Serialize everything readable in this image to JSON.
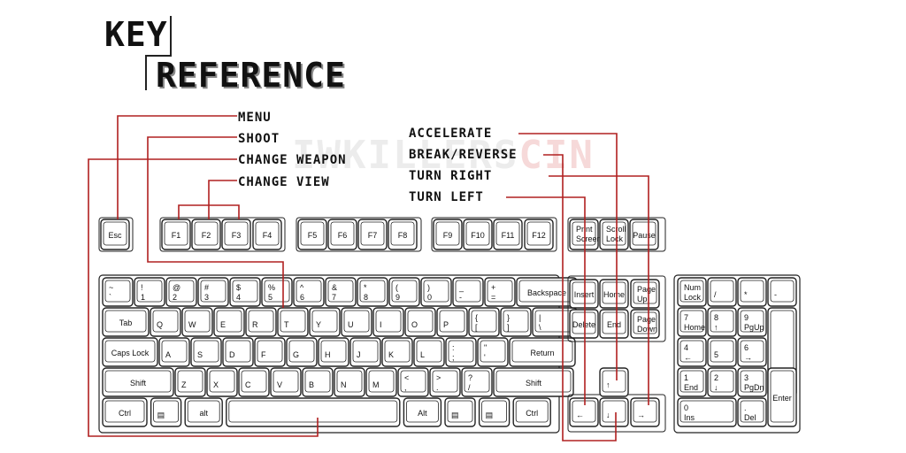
{
  "title": {
    "line1": "KEY",
    "line2": "REFERENCE"
  },
  "watermark": {
    "part1": "IWKILLERS",
    "part2": "CIN"
  },
  "controls": {
    "menu": "MENU",
    "shoot": "SHOOT",
    "change_weapon": "CHANGE WEAPON",
    "change_view": "CHANGE VIEW",
    "accelerate": "ACCELERATE",
    "brake_reverse": "BREAK/REVERSE",
    "turn_right": "TURN RIGHT",
    "turn_left": "TURN LEFT"
  },
  "colors": {
    "callout": "#b02020",
    "key_border": "#222222",
    "key_fill": "#ffffff"
  },
  "keyboard": {
    "function_row": [
      {
        "id": "esc",
        "l": [
          "Esc"
        ]
      },
      {
        "id": "f1",
        "l": [
          "F1"
        ]
      },
      {
        "id": "f2",
        "l": [
          "F2"
        ]
      },
      {
        "id": "f3",
        "l": [
          "F3"
        ]
      },
      {
        "id": "f4",
        "l": [
          "F4"
        ]
      },
      {
        "id": "f5",
        "l": [
          "F5"
        ]
      },
      {
        "id": "f6",
        "l": [
          "F6"
        ]
      },
      {
        "id": "f7",
        "l": [
          "F7"
        ]
      },
      {
        "id": "f8",
        "l": [
          "F8"
        ]
      },
      {
        "id": "f9",
        "l": [
          "F9"
        ]
      },
      {
        "id": "f10",
        "l": [
          "F10"
        ]
      },
      {
        "id": "f11",
        "l": [
          "F11"
        ]
      },
      {
        "id": "f12",
        "l": [
          "F12"
        ]
      },
      {
        "id": "print-screen",
        "l": [
          "Print",
          "Screen"
        ]
      },
      {
        "id": "scroll-lock",
        "l": [
          "Scroll",
          "Lock"
        ]
      },
      {
        "id": "pause",
        "l": [
          "Pause"
        ]
      }
    ],
    "main_rows": [
      [
        {
          "id": "tilde",
          "l": [
            "~",
            "`"
          ]
        },
        {
          "id": "1",
          "l": [
            "!",
            "1"
          ]
        },
        {
          "id": "2",
          "l": [
            "@",
            "2"
          ]
        },
        {
          "id": "3",
          "l": [
            "#",
            "3"
          ]
        },
        {
          "id": "4",
          "l": [
            "$",
            "4"
          ]
        },
        {
          "id": "5",
          "l": [
            "%",
            "5"
          ]
        },
        {
          "id": "6",
          "l": [
            "^",
            "6"
          ]
        },
        {
          "id": "7",
          "l": [
            "&",
            "7"
          ]
        },
        {
          "id": "8",
          "l": [
            "*",
            "8"
          ]
        },
        {
          "id": "9",
          "l": [
            "(",
            "9"
          ]
        },
        {
          "id": "0",
          "l": [
            ")",
            "0"
          ]
        },
        {
          "id": "minus",
          "l": [
            "_",
            "-"
          ]
        },
        {
          "id": "equals",
          "l": [
            "+",
            "="
          ]
        },
        {
          "id": "backspace",
          "l": [
            "Backspace"
          ]
        }
      ],
      [
        {
          "id": "tab",
          "l": [
            "Tab"
          ]
        },
        {
          "id": "q",
          "l": [
            "Q"
          ]
        },
        {
          "id": "w",
          "l": [
            "W"
          ]
        },
        {
          "id": "e",
          "l": [
            "E"
          ]
        },
        {
          "id": "r",
          "l": [
            "R"
          ]
        },
        {
          "id": "t",
          "l": [
            "T"
          ]
        },
        {
          "id": "y",
          "l": [
            "Y"
          ]
        },
        {
          "id": "u",
          "l": [
            "U"
          ]
        },
        {
          "id": "i",
          "l": [
            "I"
          ]
        },
        {
          "id": "o",
          "l": [
            "O"
          ]
        },
        {
          "id": "p",
          "l": [
            "P"
          ]
        },
        {
          "id": "lbracket",
          "l": [
            "{",
            "["
          ]
        },
        {
          "id": "rbracket",
          "l": [
            "}",
            "]"
          ]
        },
        {
          "id": "backslash",
          "l": [
            "|",
            "\\"
          ]
        }
      ],
      [
        {
          "id": "caps-lock",
          "l": [
            "Caps Lock"
          ]
        },
        {
          "id": "a",
          "l": [
            "A"
          ]
        },
        {
          "id": "s",
          "l": [
            "S"
          ]
        },
        {
          "id": "d",
          "l": [
            "D"
          ]
        },
        {
          "id": "f",
          "l": [
            "F"
          ]
        },
        {
          "id": "g",
          "l": [
            "G"
          ]
        },
        {
          "id": "h",
          "l": [
            "H"
          ]
        },
        {
          "id": "j",
          "l": [
            "J"
          ]
        },
        {
          "id": "k",
          "l": [
            "K"
          ]
        },
        {
          "id": "l",
          "l": [
            "L"
          ]
        },
        {
          "id": "semicolon",
          "l": [
            ":",
            ";"
          ]
        },
        {
          "id": "quote",
          "l": [
            "\"",
            "'"
          ]
        },
        {
          "id": "return",
          "l": [
            "Return"
          ]
        }
      ],
      [
        {
          "id": "shift-left",
          "l": [
            "Shift"
          ]
        },
        {
          "id": "z",
          "l": [
            "Z"
          ]
        },
        {
          "id": "x",
          "l": [
            "X"
          ]
        },
        {
          "id": "c",
          "l": [
            "C"
          ]
        },
        {
          "id": "v",
          "l": [
            "V"
          ]
        },
        {
          "id": "b",
          "l": [
            "B"
          ]
        },
        {
          "id": "n",
          "l": [
            "N"
          ]
        },
        {
          "id": "m",
          "l": [
            "M"
          ]
        },
        {
          "id": "comma",
          "l": [
            "<",
            ","
          ]
        },
        {
          "id": "period",
          "l": [
            ">",
            "."
          ]
        },
        {
          "id": "slash",
          "l": [
            "?",
            "/"
          ]
        },
        {
          "id": "shift-right",
          "l": [
            "Shift"
          ]
        }
      ],
      [
        {
          "id": "ctrl-left",
          "l": [
            "Ctrl"
          ]
        },
        {
          "id": "win-left",
          "l": [
            "▤"
          ]
        },
        {
          "id": "alt-left",
          "l": [
            "alt"
          ]
        },
        {
          "id": "space",
          "l": [
            ""
          ]
        },
        {
          "id": "alt-right",
          "l": [
            "Alt"
          ]
        },
        {
          "id": "win-right",
          "l": [
            "▤"
          ]
        },
        {
          "id": "menu-key",
          "l": [
            "▤"
          ]
        },
        {
          "id": "ctrl-right",
          "l": [
            "Ctrl"
          ]
        }
      ]
    ],
    "nav_cluster": [
      {
        "id": "insert",
        "l": [
          "Insert"
        ]
      },
      {
        "id": "home",
        "l": [
          "Home"
        ]
      },
      {
        "id": "page-up",
        "l": [
          "Page",
          "Up"
        ]
      },
      {
        "id": "delete",
        "l": [
          "Delete"
        ]
      },
      {
        "id": "end",
        "l": [
          "End"
        ]
      },
      {
        "id": "page-down",
        "l": [
          "Page",
          "Down"
        ]
      }
    ],
    "arrows": [
      {
        "id": "arrow-up",
        "l": [
          "↑"
        ]
      },
      {
        "id": "arrow-left",
        "l": [
          "←"
        ]
      },
      {
        "id": "arrow-down",
        "l": [
          "↓"
        ]
      },
      {
        "id": "arrow-right",
        "l": [
          "→"
        ]
      }
    ],
    "numpad": [
      {
        "id": "num-lock",
        "l": [
          "Num",
          "Lock"
        ]
      },
      {
        "id": "num-slash",
        "l": [
          "/"
        ]
      },
      {
        "id": "num-star",
        "l": [
          "*"
        ]
      },
      {
        "id": "num-minus",
        "l": [
          "-"
        ]
      },
      {
        "id": "num-7",
        "l": [
          "7",
          "Home"
        ]
      },
      {
        "id": "num-8",
        "l": [
          "8",
          "↑"
        ]
      },
      {
        "id": "num-9",
        "l": [
          "9",
          "PgUp"
        ]
      },
      {
        "id": "num-plus",
        "l": [
          "+"
        ]
      },
      {
        "id": "num-4",
        "l": [
          "4",
          "←"
        ]
      },
      {
        "id": "num-5",
        "l": [
          "5"
        ]
      },
      {
        "id": "num-6",
        "l": [
          "6",
          "→"
        ]
      },
      {
        "id": "num-1",
        "l": [
          "1",
          "End"
        ]
      },
      {
        "id": "num-2",
        "l": [
          "2",
          "↓"
        ]
      },
      {
        "id": "num-3",
        "l": [
          "3",
          "PgDn"
        ]
      },
      {
        "id": "num-enter",
        "l": [
          "Enter"
        ]
      },
      {
        "id": "num-0",
        "l": [
          "0",
          "Ins"
        ]
      },
      {
        "id": "num-dot",
        "l": [
          ".",
          "Del"
        ]
      }
    ]
  }
}
